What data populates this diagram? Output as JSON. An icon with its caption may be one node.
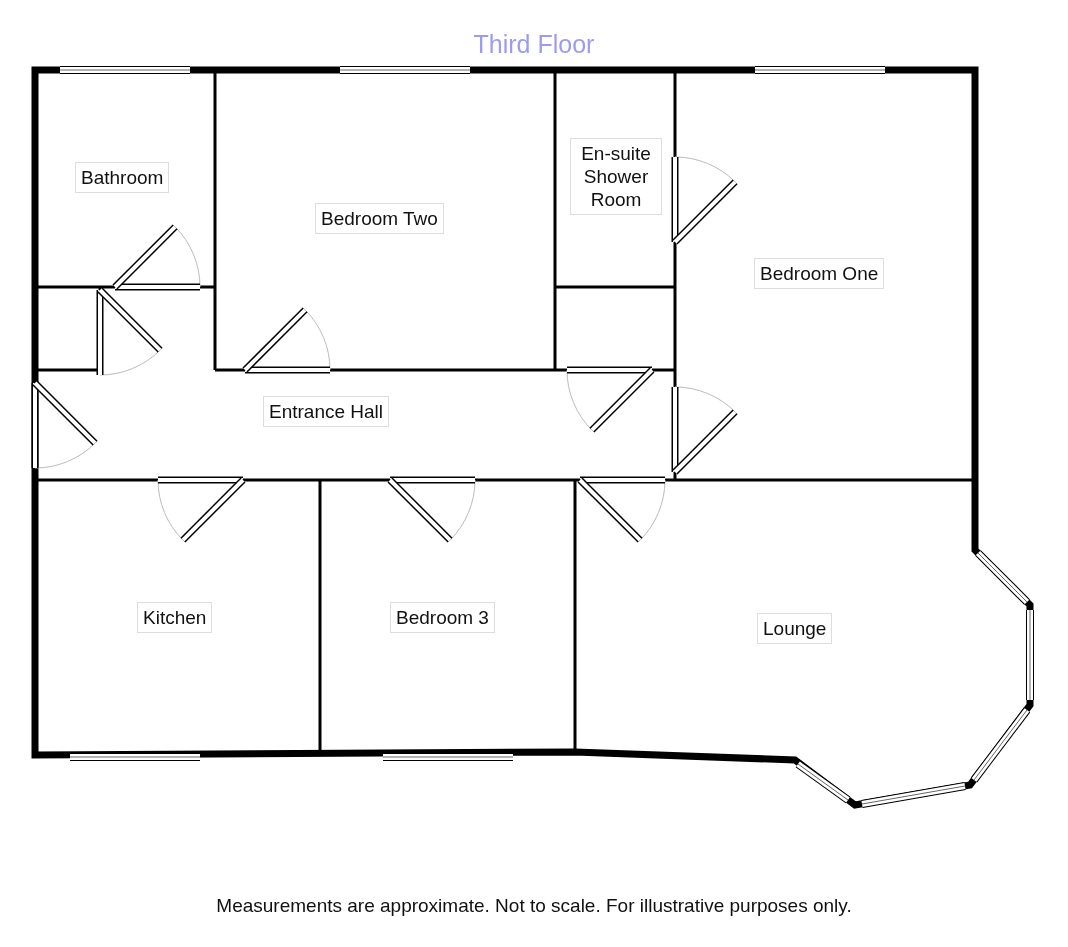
{
  "diagram": {
    "title": "Third Floor",
    "caption": "Measurements are approximate. Not to scale. For illustrative purposes only.",
    "nodes": [
      {
        "text": [
          "Bathroom"
        ]
      },
      {
        "text": [
          "Bedroom Two"
        ]
      },
      {
        "text": [
          "En-suite Shower Room"
        ]
      },
      {
        "text": [
          "Bedroom One"
        ]
      },
      {
        "text": [
          "Entrance Hall"
        ]
      },
      {
        "text": [
          "Kitchen"
        ]
      },
      {
        "text": [
          "Bedroom 3"
        ]
      },
      {
        "text": [
          "Lounge"
        ]
      }
    ]
  }
}
